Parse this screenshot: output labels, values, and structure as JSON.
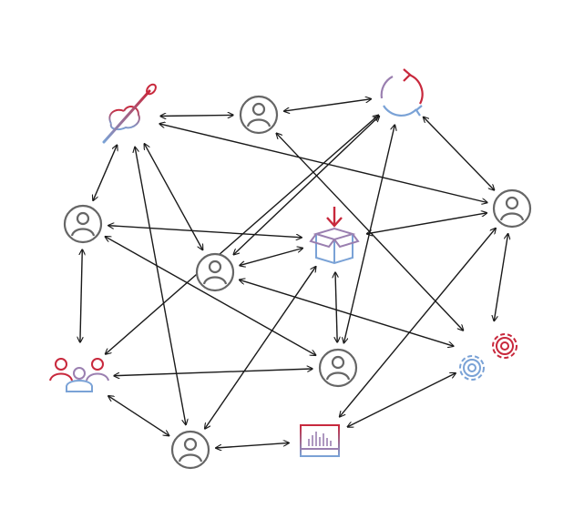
{
  "colors": {
    "arrow": "#1a1a1a",
    "person": "#666666",
    "accent_red": "#c8283c",
    "accent_blue": "#7aa2d6",
    "accent_purple": "#9a7fb0"
  },
  "nodes": [
    {
      "id": "needle",
      "icon": "needle-thread-icon"
    },
    {
      "id": "p_top",
      "icon": "person-icon"
    },
    {
      "id": "cycle",
      "icon": "refresh-cycle-icon"
    },
    {
      "id": "p_left",
      "icon": "person-icon"
    },
    {
      "id": "box",
      "icon": "package-box-icon"
    },
    {
      "id": "p_right",
      "icon": "person-icon"
    },
    {
      "id": "p_mid",
      "icon": "person-icon"
    },
    {
      "id": "gears",
      "icon": "gears-icon"
    },
    {
      "id": "group",
      "icon": "people-group-icon"
    },
    {
      "id": "p_lowmid",
      "icon": "person-icon"
    },
    {
      "id": "p_bottom",
      "icon": "person-icon"
    },
    {
      "id": "chart",
      "icon": "bar-chart-icon"
    }
  ],
  "edges": [
    [
      "needle",
      "p_top"
    ],
    [
      "p_top",
      "cycle"
    ],
    [
      "needle",
      "p_left"
    ],
    [
      "needle",
      "p_mid"
    ],
    [
      "needle",
      "p_right"
    ],
    [
      "needle",
      "p_bottom"
    ],
    [
      "p_top",
      "gears"
    ],
    [
      "p_left",
      "box"
    ],
    [
      "p_left",
      "group"
    ],
    [
      "p_left",
      "p_lowmid"
    ],
    [
      "cycle",
      "p_right"
    ],
    [
      "cycle",
      "p_mid"
    ],
    [
      "cycle",
      "p_lowmid"
    ],
    [
      "p_mid",
      "box"
    ],
    [
      "p_mid",
      "gears"
    ],
    [
      "box",
      "p_right"
    ],
    [
      "box",
      "p_lowmid"
    ],
    [
      "box",
      "p_bottom"
    ],
    [
      "p_right",
      "gears"
    ],
    [
      "p_right",
      "chart"
    ],
    [
      "group",
      "p_lowmid"
    ],
    [
      "group",
      "p_bottom"
    ],
    [
      "group",
      "cycle"
    ],
    [
      "p_bottom",
      "chart"
    ],
    [
      "chart",
      "gears"
    ]
  ]
}
